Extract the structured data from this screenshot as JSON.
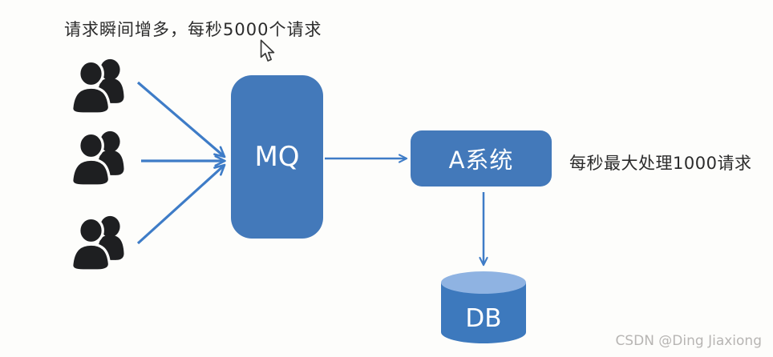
{
  "colors": {
    "background": "#fdfdfb",
    "box_blue": "#4379ba",
    "arrow_blue": "#3e7cc7",
    "db_body": "#3d79bd",
    "db_top": "#8fb3e2",
    "icon_dark": "#1e1f21",
    "text_dark": "#2b2b2b",
    "watermark_gray": "#b7b5b3"
  },
  "captions": {
    "top": "请求瞬间增多，每秒5000个请求",
    "side": "每秒最大处理1000请求",
    "watermark": "CSDN @Ding Jiaxiong"
  },
  "nodes": {
    "mq": {
      "label": "MQ"
    },
    "system_a": {
      "label": "A系统"
    },
    "db": {
      "label": "DB"
    }
  },
  "flows": [
    {
      "from": "user-group-1",
      "to": "mq"
    },
    {
      "from": "user-group-2",
      "to": "mq"
    },
    {
      "from": "user-group-3",
      "to": "mq"
    },
    {
      "from": "mq",
      "to": "system_a"
    },
    {
      "from": "system_a",
      "to": "db"
    }
  ]
}
